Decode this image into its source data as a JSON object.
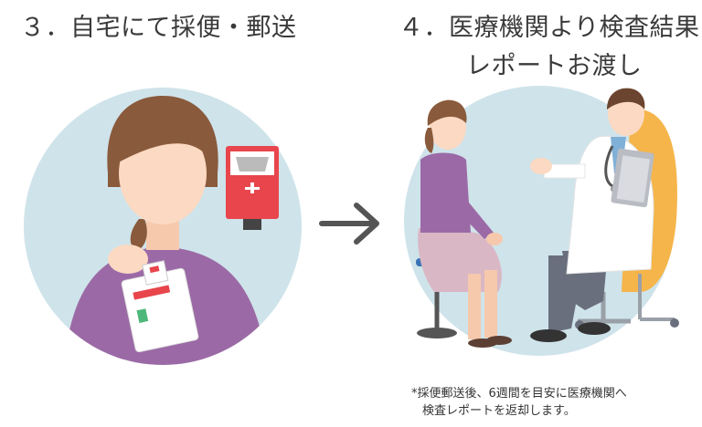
{
  "step3": {
    "title": "３．自宅にて採便・郵送"
  },
  "step4": {
    "title_line1": "４．医療機関より検査結果",
    "title_line2": "レポートお渡し"
  },
  "note": {
    "line1": "*採便郵送後、6週間を目安に医療機関へ",
    "line2": "検査レポートを返却します。"
  },
  "colors": {
    "circle_bg": "#cfe3ea",
    "shirt_purple": "#9b6aa6",
    "skin": "#fbd9c2",
    "hair": "#8a5a3c",
    "postbox_red": "#e8454c",
    "arrow_gray": "#555555",
    "doctor_coat": "#ffffff",
    "doctor_pants": "#6a6f7e",
    "chair_orange": "#f5b54a",
    "skirt_pink": "#d9b7c4"
  },
  "icons": [
    "person-mailing-icon",
    "postbox-icon",
    "arrow-right-icon",
    "doctor-patient-icon"
  ]
}
